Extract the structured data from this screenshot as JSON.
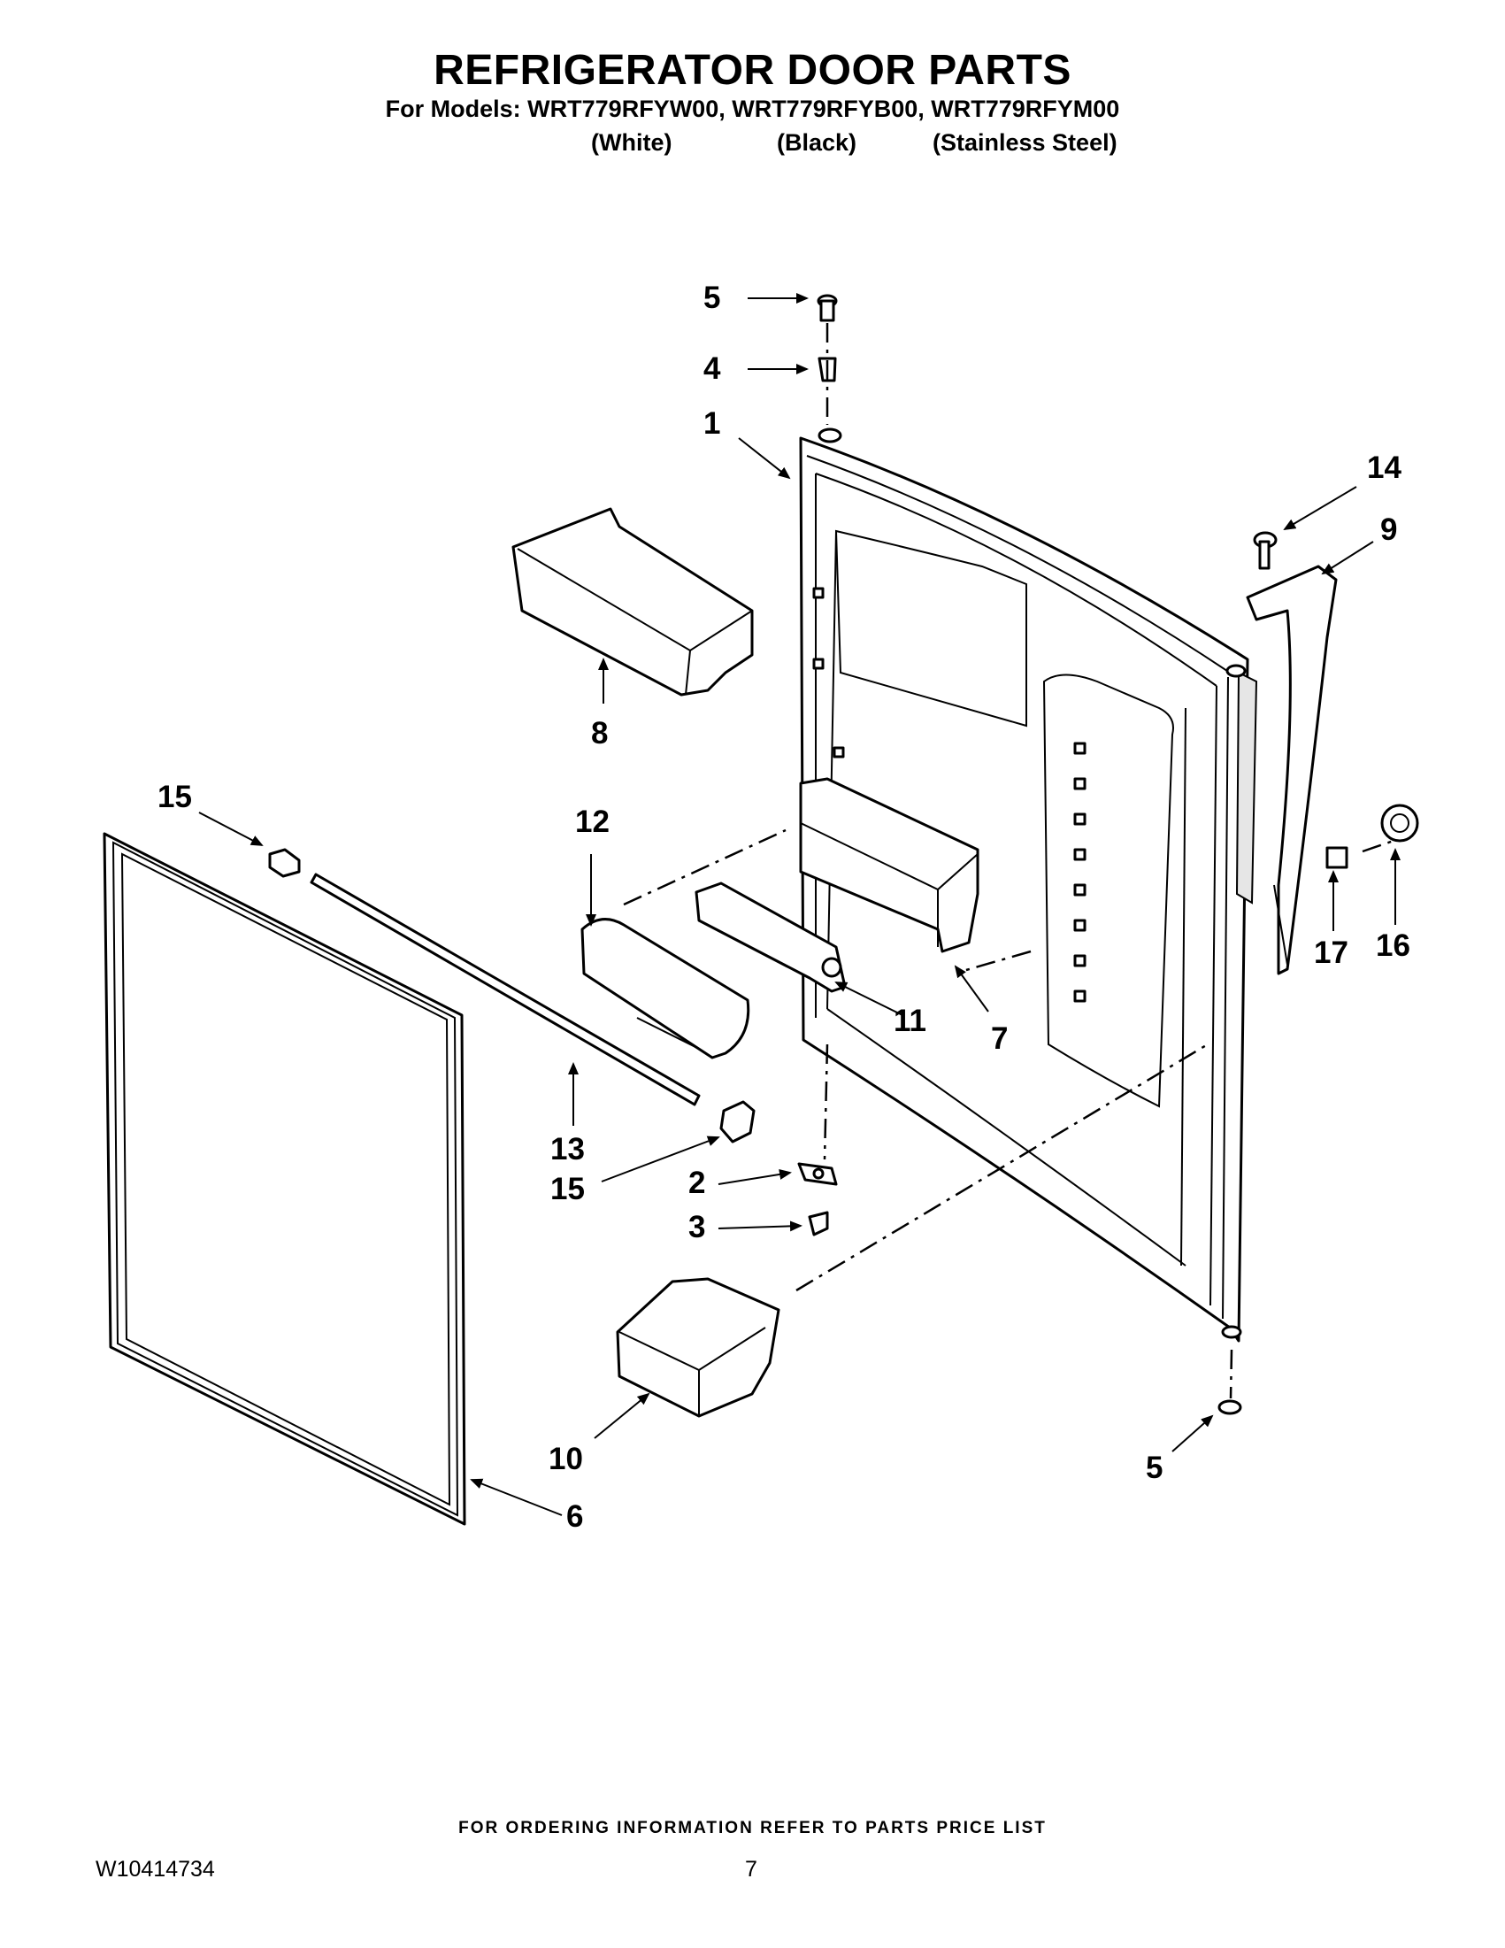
{
  "header": {
    "title": "REFRIGERATOR DOOR PARTS",
    "models": "For Models: WRT779RFYW00, WRT779RFYB00, WRT779RFYM00",
    "variants": [
      "(White)",
      "(Black)",
      "(Stainless Steel)"
    ]
  },
  "callouts": {
    "c5_top": "5",
    "c4": "4",
    "c1": "1",
    "c14": "14",
    "c9": "9",
    "c8": "8",
    "c15_top": "15",
    "c12": "12",
    "c16": "16",
    "c17": "17",
    "c11": "11",
    "c7": "7",
    "c13": "13",
    "c15_bottom": "15",
    "c2": "2",
    "c3": "3",
    "c10": "10",
    "c5_bottom": "5",
    "c6": "6"
  },
  "footer": {
    "note": "FOR ORDERING INFORMATION REFER TO PARTS PRICE LIST",
    "doc_number": "W10414734",
    "page_number": "7"
  }
}
